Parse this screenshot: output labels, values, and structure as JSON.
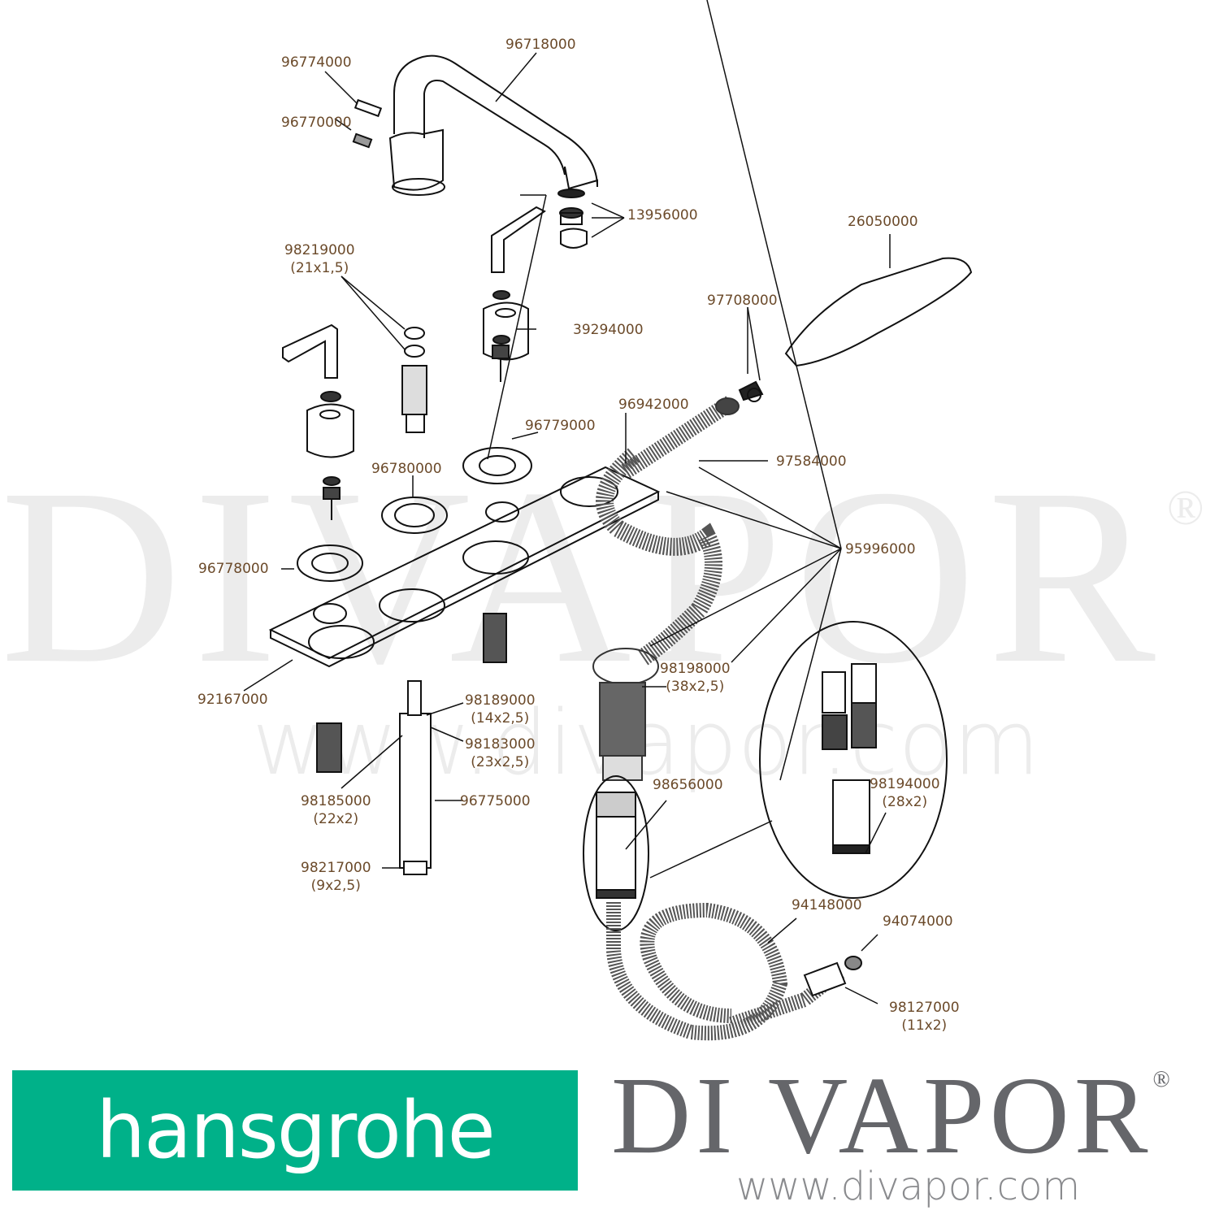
{
  "watermark": {
    "big_text": "DIVAPOR",
    "registered": "®",
    "url_text": "www.divapor.com"
  },
  "parts": [
    {
      "id": "p1",
      "number": "96718000",
      "size": null
    },
    {
      "id": "p2",
      "number": "96774000",
      "size": null
    },
    {
      "id": "p3",
      "number": "96770000",
      "size": null
    },
    {
      "id": "p4",
      "number": "13956000",
      "size": null
    },
    {
      "id": "p5",
      "number": "26050000",
      "size": null
    },
    {
      "id": "p6",
      "number": "98219000",
      "size": "(21x1,5)"
    },
    {
      "id": "p7",
      "number": "39294000",
      "size": null
    },
    {
      "id": "p8",
      "number": "97708000",
      "size": null
    },
    {
      "id": "p9",
      "number": "96942000",
      "size": null
    },
    {
      "id": "p10",
      "number": "96779000",
      "size": null
    },
    {
      "id": "p11",
      "number": "97584000",
      "size": null
    },
    {
      "id": "p12",
      "number": "96780000",
      "size": null
    },
    {
      "id": "p13",
      "number": "95996000",
      "size": null
    },
    {
      "id": "p14",
      "number": "96778000",
      "size": null
    },
    {
      "id": "p15",
      "number": "98198000",
      "size": "(38x2,5)"
    },
    {
      "id": "p16",
      "number": "92167000",
      "size": null
    },
    {
      "id": "p17",
      "number": "98189000",
      "size": "(14x2,5)"
    },
    {
      "id": "p18",
      "number": "98183000",
      "size": "(23x2,5)"
    },
    {
      "id": "p19",
      "number": "98656000",
      "size": null
    },
    {
      "id": "p20",
      "number": "98194000",
      "size": "(28x2)"
    },
    {
      "id": "p21",
      "number": "98185000",
      "size": "(22x2)"
    },
    {
      "id": "p22",
      "number": "96775000",
      "size": null
    },
    {
      "id": "p23",
      "number": "98217000",
      "size": "(9x2,5)"
    },
    {
      "id": "p24",
      "number": "94148000",
      "size": null
    },
    {
      "id": "p25",
      "number": "94074000",
      "size": null
    },
    {
      "id": "p26",
      "number": "98127000",
      "size": "(11x2)"
    }
  ],
  "footer": {
    "brand_logo_text": "hansgrohe",
    "brand_color": "#00b189",
    "retailer_logo_text": "DI VAPOR",
    "retailer_registered": "®",
    "retailer_url": "www.divapor.com",
    "retailer_color": "#65666a"
  }
}
